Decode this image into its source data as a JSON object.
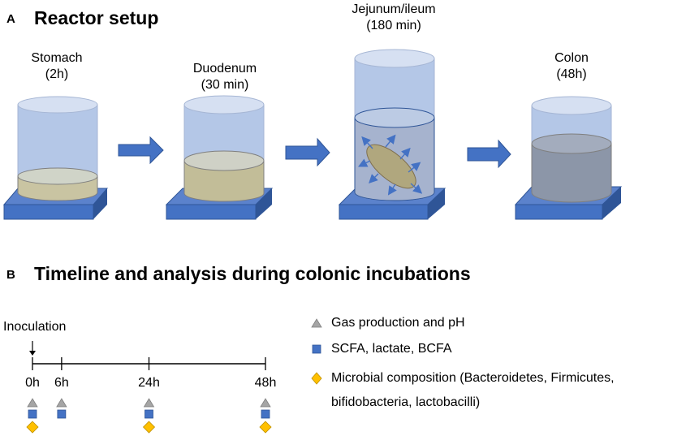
{
  "panel_a": {
    "letter": "A",
    "title": "Reactor setup",
    "stages": [
      {
        "name": "Stomach",
        "duration": "(2h)"
      },
      {
        "name": "Duodenum",
        "duration": "(30 min)"
      },
      {
        "name": "Jejunum/ileum",
        "duration": "(180 min)"
      },
      {
        "name": "Colon",
        "duration": "(48h)"
      }
    ]
  },
  "panel_b": {
    "letter": "B",
    "title": "Timeline and analysis during colonic incubations",
    "inoculation_label": "Inoculation",
    "timepoints": [
      {
        "label": "0h",
        "hours": 0,
        "markers": [
          "triangle",
          "square",
          "diamond"
        ]
      },
      {
        "label": "6h",
        "hours": 6,
        "markers": [
          "triangle",
          "square"
        ]
      },
      {
        "label": "24h",
        "hours": 24,
        "markers": [
          "triangle",
          "square",
          "diamond"
        ]
      },
      {
        "label": "48h",
        "hours": 48,
        "markers": [
          "triangle",
          "square",
          "diamond"
        ]
      }
    ],
    "legend": [
      {
        "marker": "triangle",
        "text": "Gas production and pH"
      },
      {
        "marker": "square",
        "text": "SCFA, lactate, BCFA"
      },
      {
        "marker": "diamond",
        "text": "Microbial composition (Bacteroidetes, Firmicutes,",
        "text2": "bifidobacteria, lactobacilli)"
      }
    ]
  },
  "colors": {
    "vessel": "#b4c7e7",
    "vessel_top": "#d6e0f2",
    "base": "#4472c4",
    "arrow": "#4472c4",
    "stomach_fluid": "#d0cdb0",
    "duodenum_fluid": "#c2bd98",
    "jejunum_fluid": "#a6b3ce",
    "bolus": "#b0a77e",
    "colon_fluid": "#8c96a8",
    "triangle": "#a5a5a5",
    "square": "#4472c4",
    "diamond": "#ffc000"
  }
}
